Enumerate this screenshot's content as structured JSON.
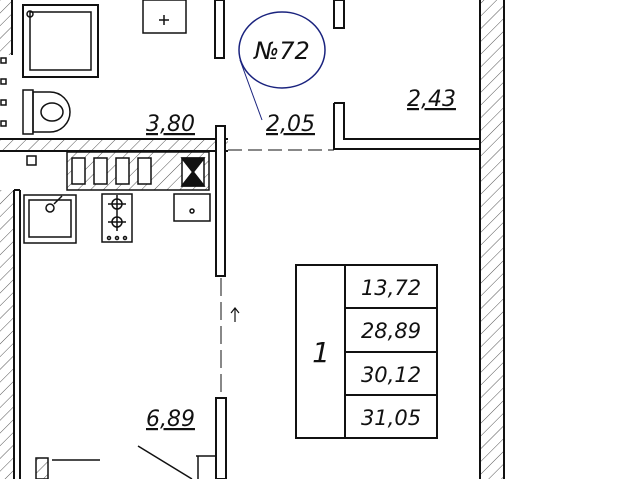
{
  "apartment": {
    "number_label": "№72"
  },
  "rooms": {
    "bathroom_area": "3,80",
    "hall_area": "2,05",
    "storage_area": "2,43",
    "kitchen_area": "6,89"
  },
  "summary": {
    "room_number": "1",
    "areas": [
      "13,72",
      "28,89",
      "30,12",
      "31,05"
    ]
  },
  "colors": {
    "line": "#111111",
    "circle": "#1a237e",
    "background": "#ffffff"
  }
}
